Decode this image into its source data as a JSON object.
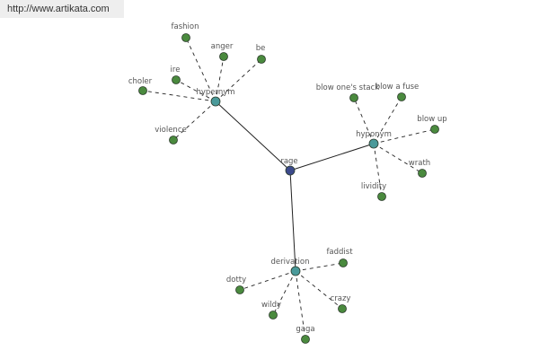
{
  "source_url": "http://www.artikata.com",
  "colors": {
    "center_node": "#3c4a8c",
    "hub_node": "#4a9a9a",
    "leaf_node": "#4a8a3e",
    "node_stroke": "#2a3a2a",
    "edge": "#222222",
    "label": "#555555"
  },
  "graph": {
    "center": {
      "label": "rage"
    },
    "hubs": [
      {
        "id": "hypernym",
        "label": "hypernym",
        "leaves": [
          "fashion",
          "anger",
          "be",
          "ire",
          "choler",
          "violence"
        ]
      },
      {
        "id": "hyponym",
        "label": "hyponym",
        "leaves": [
          "blow one's stack",
          "blow a fuse",
          "blow up",
          "wrath",
          "lividity"
        ]
      },
      {
        "id": "derivation",
        "label": "derivation",
        "leaves": [
          "faddist",
          "dotty",
          "wildy",
          "crazy",
          "gaga"
        ]
      }
    ]
  }
}
